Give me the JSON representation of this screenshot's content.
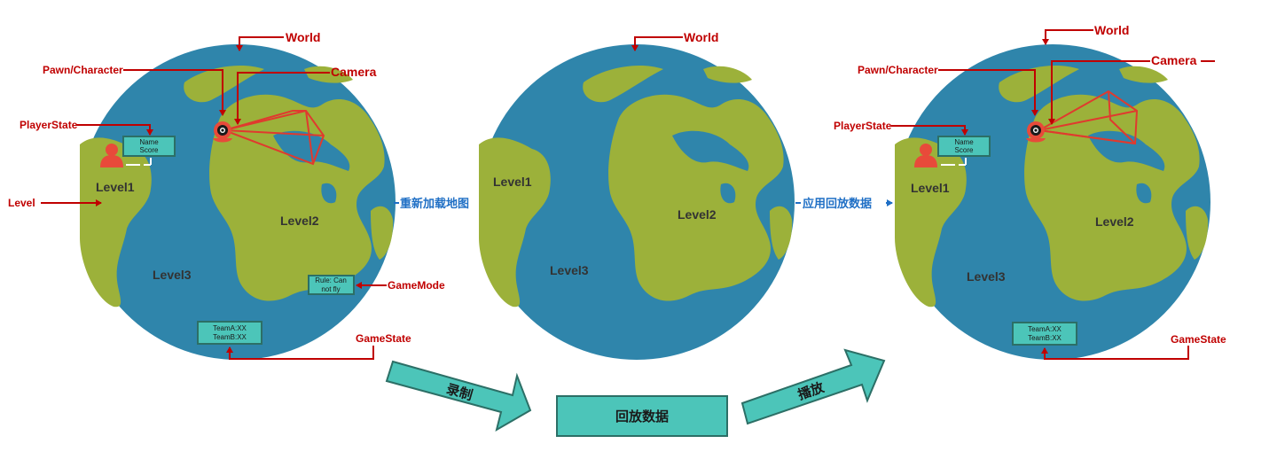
{
  "labels": {
    "world": "World",
    "pawn": "Pawn/Character",
    "camera": "Camera",
    "player_state": "PlayerState",
    "level": "Level",
    "game_mode": "GameMode",
    "game_state": "GameState",
    "level1": "Level1",
    "level2": "Level2",
    "level3": "Level3",
    "name": "Name",
    "score": "Score",
    "rule_line1": "Rule: Can",
    "rule_line2": "not fly",
    "team_a": "TeamA:XX",
    "team_b": "TeamB:XX",
    "reload_map": "重新加载地图",
    "apply_replay": "应用回放数据",
    "record": "录制",
    "replay_data": "回放数据",
    "play": "播放"
  },
  "colors": {
    "ocean": "#2f85ab",
    "land": "#9cb13a",
    "label_red": "#c00000",
    "teal": "#4cc5b9",
    "teal_border": "#2c6f66",
    "blue_text": "#1f6fc5"
  }
}
